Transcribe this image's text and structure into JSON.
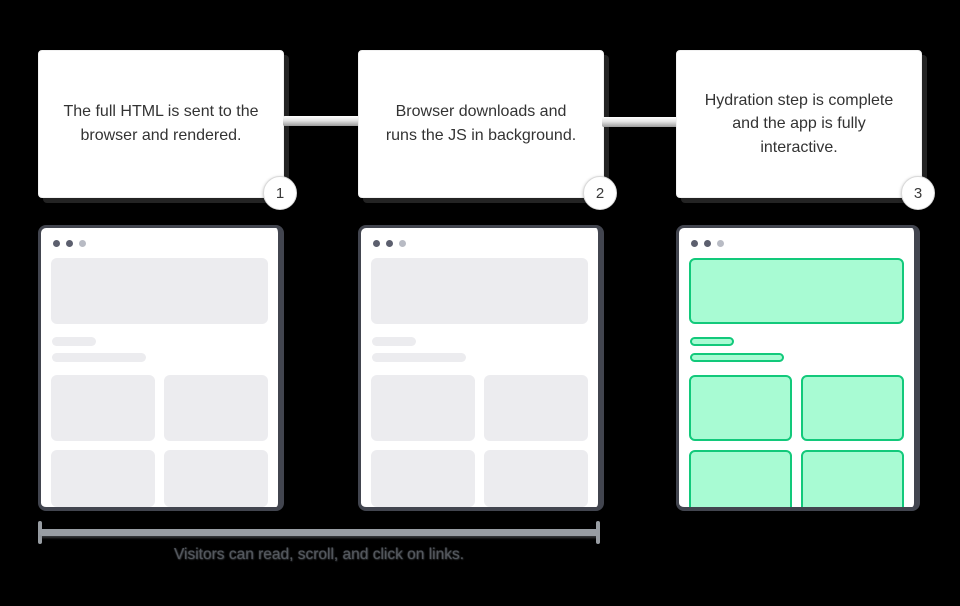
{
  "steps": [
    {
      "number": "1",
      "label": "The full HTML is sent to the browser and rendered."
    },
    {
      "number": "2",
      "label": "Browser downloads and runs the JS in background."
    },
    {
      "number": "3",
      "label": "Hydration step is complete and the app is fully interactive."
    }
  ],
  "browser_mockups": [
    {
      "state": "server-rendered-static"
    },
    {
      "state": "server-rendered-static"
    },
    {
      "state": "hydrated-interactive"
    }
  ],
  "caption": "Visitors can read, scroll, and click on links.",
  "colors": {
    "background": "#000000",
    "card_bg": "#ffffff",
    "card_text": "#333333",
    "frame_border": "#42454f",
    "placeholder_gray": "#ececef",
    "hydrated_fill": "#a8fbd3",
    "hydrated_border": "#12c97b",
    "connector": "#c9c9c9",
    "bracket": "#989da3",
    "caption_text": "#54585e"
  }
}
